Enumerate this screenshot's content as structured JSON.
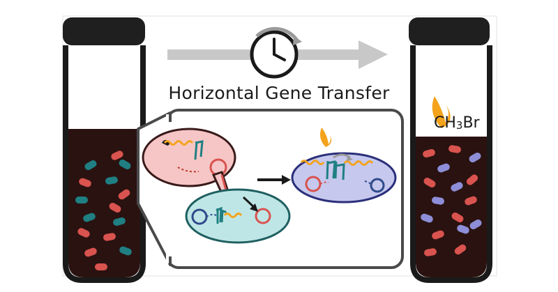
{
  "title": "Horizontal Gene Transfer",
  "label": {
    "prefix": "CH",
    "subscript": "3",
    "suffix": "Br"
  },
  "colors": {
    "vial_fill": "#2a1210",
    "cap": "#1f1f1f",
    "red_cell": "#d9534f",
    "teal_cell": "#1f7f82",
    "lavender_cell": "#8e8ed8",
    "donor_cell_fill": "#f6c6c6",
    "recipient_cell_fill": "#bfe6e6",
    "transconjugant_fill": "#c6c8ee",
    "flame": "#f4a31b",
    "arrow_gray": "#c8c8c8"
  },
  "icons": [
    "clock-icon",
    "flame-icon",
    "plasmid-icon",
    "arrow-icon"
  ]
}
